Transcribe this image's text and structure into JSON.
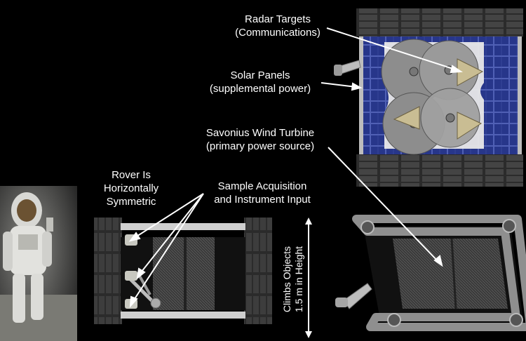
{
  "labels": {
    "radar_line1": "Radar Targets",
    "radar_line2": "(Communications)",
    "solar_line1": "Solar Panels",
    "solar_line2": "(supplemental power)",
    "wind_line1": "Savonius Wind Turbine",
    "wind_line2": "(primary power source)",
    "rover_line1": "Rover Is",
    "rover_line2": "Horizontally",
    "rover_line3": "Symmetric",
    "sample_line1": "Sample Acquisition",
    "sample_line2": "and Instrument Input",
    "climb_line1": "Climbs Objects",
    "climb_line2": "1.5 m in Height"
  },
  "colors": {
    "background": "#000000",
    "text": "#ffffff",
    "solar_panel": "#2a3a8c",
    "tread": "#3a3a3a",
    "radar_disc": "#8a8a8a",
    "radar_target": "#c9bd93"
  }
}
